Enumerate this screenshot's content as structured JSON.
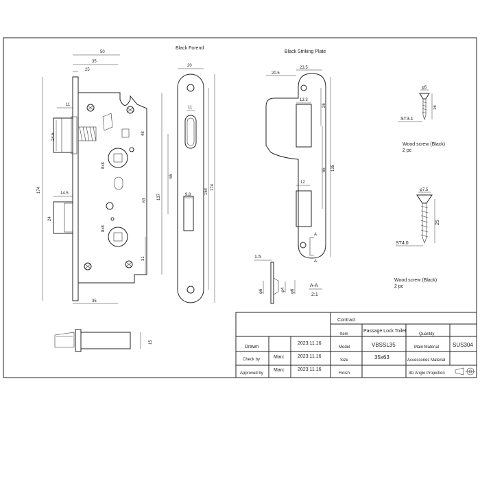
{
  "views": {
    "forend_title": "Black Forend",
    "striking_plate_title": "Black Striking Plate"
  },
  "lock_body_dims": {
    "d50": "50",
    "d35_top": "35",
    "d25": "25",
    "d11": "11",
    "d24_5": "24.5",
    "d48": "48",
    "d8x8_top": "8x8",
    "d174": "174",
    "d63": "63",
    "d137": "137",
    "d14_5": "14.5",
    "d24": "24",
    "d8x8_bottom": "8x8",
    "d31": "31",
    "d35_bottom": "35",
    "d15": "15"
  },
  "forend_dims": {
    "d20": "20",
    "d11": "11",
    "d65": "65",
    "d9_8": "9.8",
    "d154": "154",
    "d174": "174"
  },
  "plate_dims": {
    "d20_5": "20.5",
    "d23_5": "23.5",
    "d13_3": "13.3",
    "d26": "26",
    "d65": "65",
    "d135": "135",
    "d12": "12",
    "section_a1": "A",
    "section_a2": "A"
  },
  "section_view": {
    "d1_5": "1.5",
    "phi6_a": "φ6",
    "phi4": "φ4",
    "phi6_b": "φ6",
    "label": "A-A",
    "scale": "2:1"
  },
  "screws": {
    "small": {
      "diameter": "φ5",
      "thread": "ST3.1",
      "length": "16",
      "name": "Wood screw (Black)",
      "qty": "2 pc"
    },
    "large": {
      "diameter": "φ7.5",
      "thread": "ST4.0",
      "length": "25",
      "name": "Wood screw (Black)",
      "qty": "2 pc"
    }
  },
  "title_block": {
    "contract_label": "Contract",
    "item_label": "Item",
    "item_value": "Passage Lock Toilet",
    "quantity_label": "Quantity",
    "drawn_label": "Drawn",
    "drawn_date": "2023.11.16",
    "model_label": "Model",
    "model_value": "VBSSL35",
    "main_material_label": "Main Material",
    "main_material_value": "SUS304",
    "check_label": "Check by",
    "check_name": "Marc",
    "check_date": "2023.11.16",
    "size_label": "Size",
    "size_value": "35x63",
    "accessories_label": "Accessories Material",
    "approved_label": "Approved by",
    "approved_name": "Marc",
    "approved_date": "2023.11.16",
    "finish_label": "Finish",
    "projection_label": "3D Angle Projection"
  }
}
